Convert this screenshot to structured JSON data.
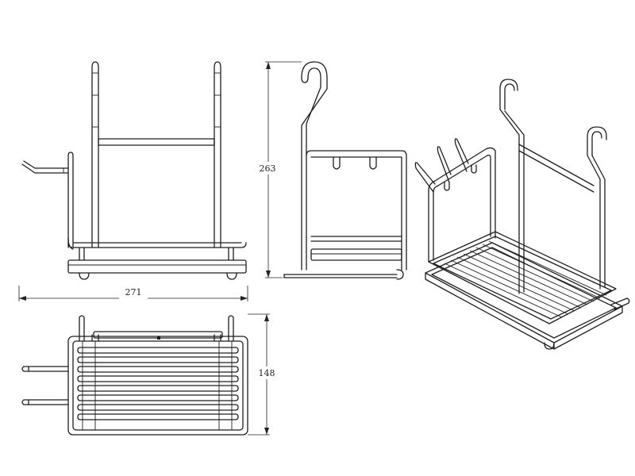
{
  "dimensions": {
    "width": "271",
    "height": "263",
    "depth": "148"
  }
}
